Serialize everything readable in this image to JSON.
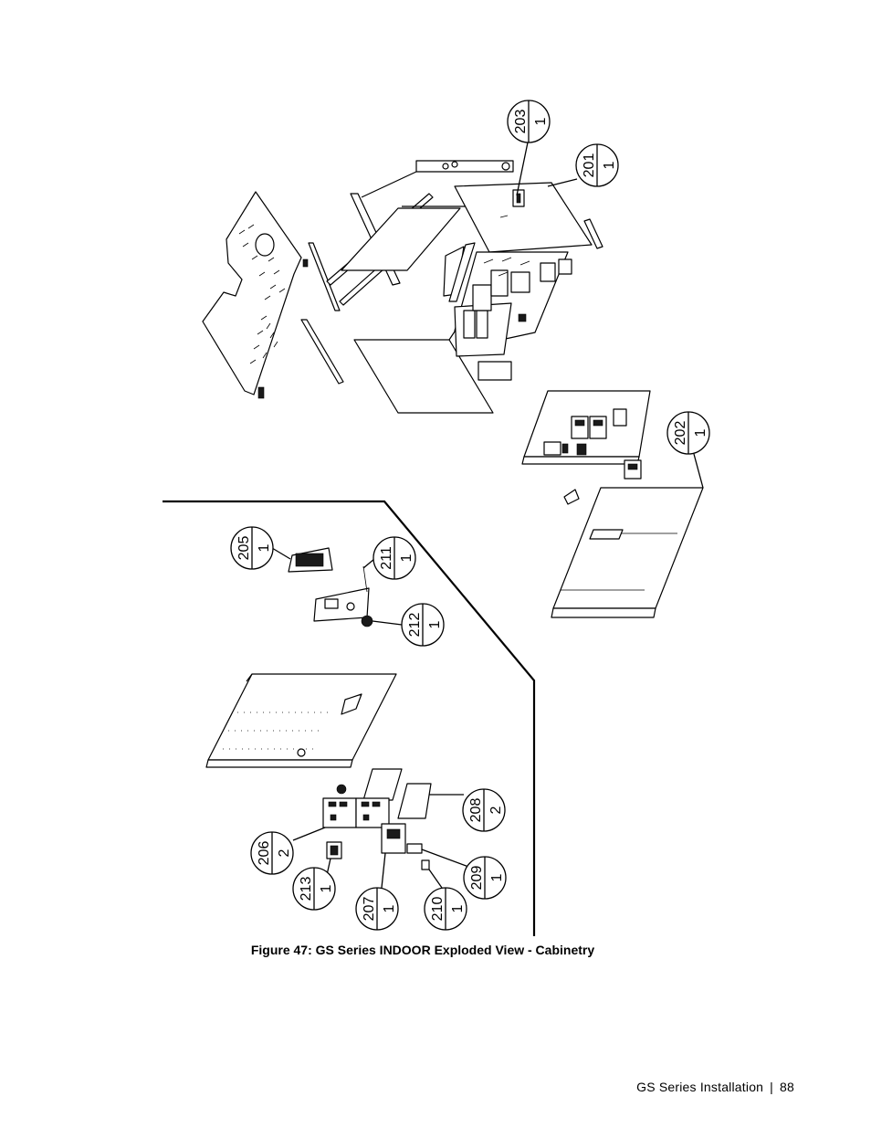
{
  "figure": {
    "caption": "Figure 47: GS Series INDOOR Exploded View - Cabinetry",
    "callouts": [
      {
        "item": "203",
        "qty": "1"
      },
      {
        "item": "201",
        "qty": "1"
      },
      {
        "item": "202",
        "qty": "1"
      },
      {
        "item": "205",
        "qty": "1"
      },
      {
        "item": "211",
        "qty": "1"
      },
      {
        "item": "212",
        "qty": "1"
      },
      {
        "item": "206",
        "qty": "2"
      },
      {
        "item": "208",
        "qty": "2"
      },
      {
        "item": "213",
        "qty": "1"
      },
      {
        "item": "209",
        "qty": "1"
      },
      {
        "item": "207",
        "qty": "1"
      },
      {
        "item": "210",
        "qty": "1"
      }
    ]
  },
  "footer": {
    "section": "GS Series Installation",
    "separator": "|",
    "page_number": "88"
  }
}
